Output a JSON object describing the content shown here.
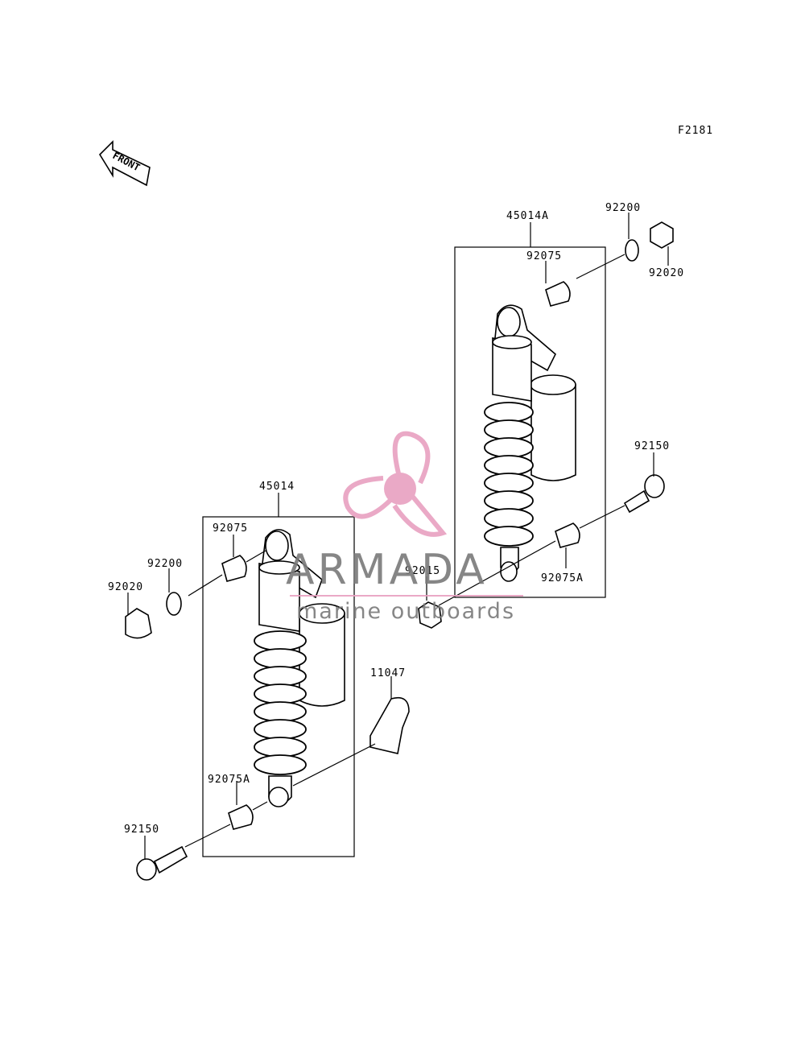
{
  "figure_code": "F2181",
  "front_arrow_label": "FRONT",
  "labels": {
    "right_assembly": "45014A",
    "right_washer": "92200",
    "right_nut": "92020",
    "right_bush_top": "92075",
    "right_bolt": "92150",
    "right_collar": "92015",
    "right_bush_bottom": "92075A",
    "left_assembly": "45014",
    "left_bush_top": "92075",
    "left_washer": "92200",
    "left_nut": "92020",
    "bracket": "11047",
    "left_bush_bottom": "92075A",
    "left_bolt": "92150"
  },
  "watermark": {
    "brand": "ARMADA",
    "tagline": "marine outboards",
    "logo_color": "#e8a0c0",
    "text_color": "#7a7a7a"
  }
}
